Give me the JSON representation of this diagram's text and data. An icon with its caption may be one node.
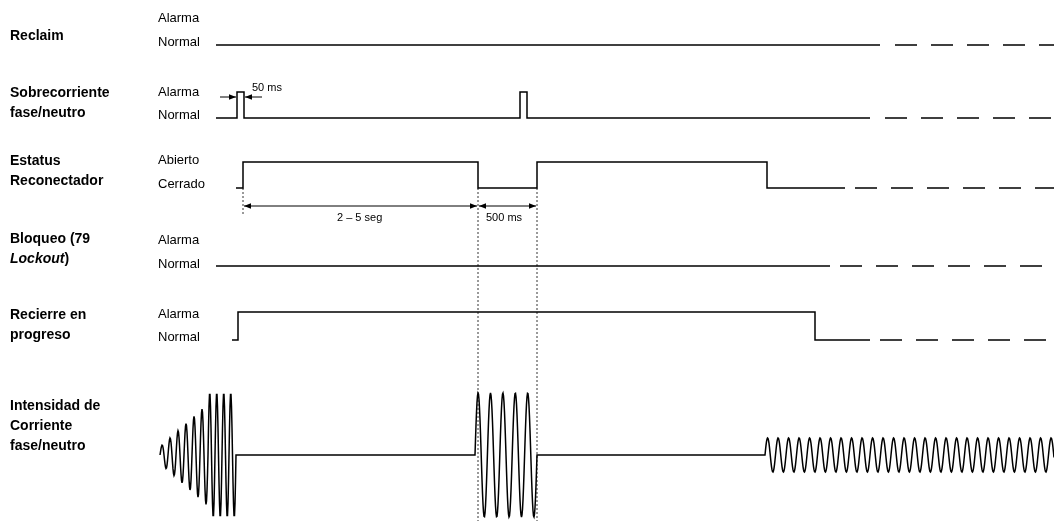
{
  "diagram": {
    "labels": [
      "Reclaim",
      "Alarma",
      "Normal",
      "Sobrecorriente fase/neutro",
      "Alarma",
      "50 ms",
      "Normal",
      "Estatus Reconectador",
      "Abierto",
      "Cerrado",
      "2 – 5 seg",
      "500 ms",
      "Bloqueo (79 *Lockout*)",
      "Alarma",
      "Normal",
      "Recierre en progreso",
      "Alarma",
      "Normal",
      "Intensidad de Corriente fase/neutro"
    ]
  }
}
